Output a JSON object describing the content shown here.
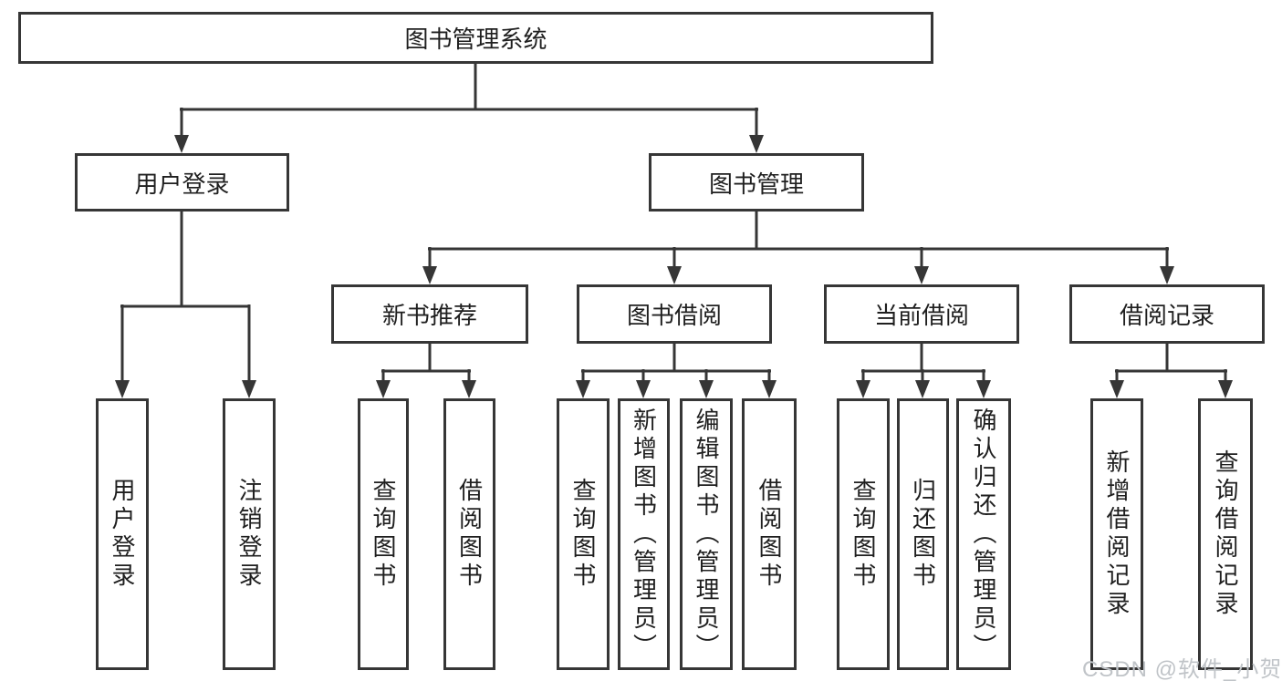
{
  "tree": {
    "root": {
      "label": "图书管理系统"
    },
    "children": [
      {
        "label": "用户登录",
        "children": [
          {
            "label": "用户登录"
          },
          {
            "label": "注销登录"
          }
        ]
      },
      {
        "label": "图书管理",
        "children": [
          {
            "label": "新书推荐",
            "children": [
              {
                "label": "查询图书"
              },
              {
                "label": "借阅图书"
              }
            ]
          },
          {
            "label": "图书借阅",
            "children": [
              {
                "label": "查询图书"
              },
              {
                "label": "新增图书（管理员）"
              },
              {
                "label": "编辑图书（管理员）"
              },
              {
                "label": "借阅图书"
              }
            ]
          },
          {
            "label": "当前借阅",
            "children": [
              {
                "label": "查询图书"
              },
              {
                "label": "归还图书"
              },
              {
                "label": "确认归还（管理员）"
              }
            ]
          },
          {
            "label": "借阅记录",
            "children": [
              {
                "label": "新增借阅记录"
              },
              {
                "label": "查询借阅记录"
              }
            ]
          }
        ]
      }
    ]
  },
  "watermark": {
    "text": "CSDN @软件_小贺同学"
  },
  "colors": {
    "line": "#363636",
    "text": "#1f1f1f",
    "background": "#ffffff",
    "watermark": "#c0c4c8"
  }
}
